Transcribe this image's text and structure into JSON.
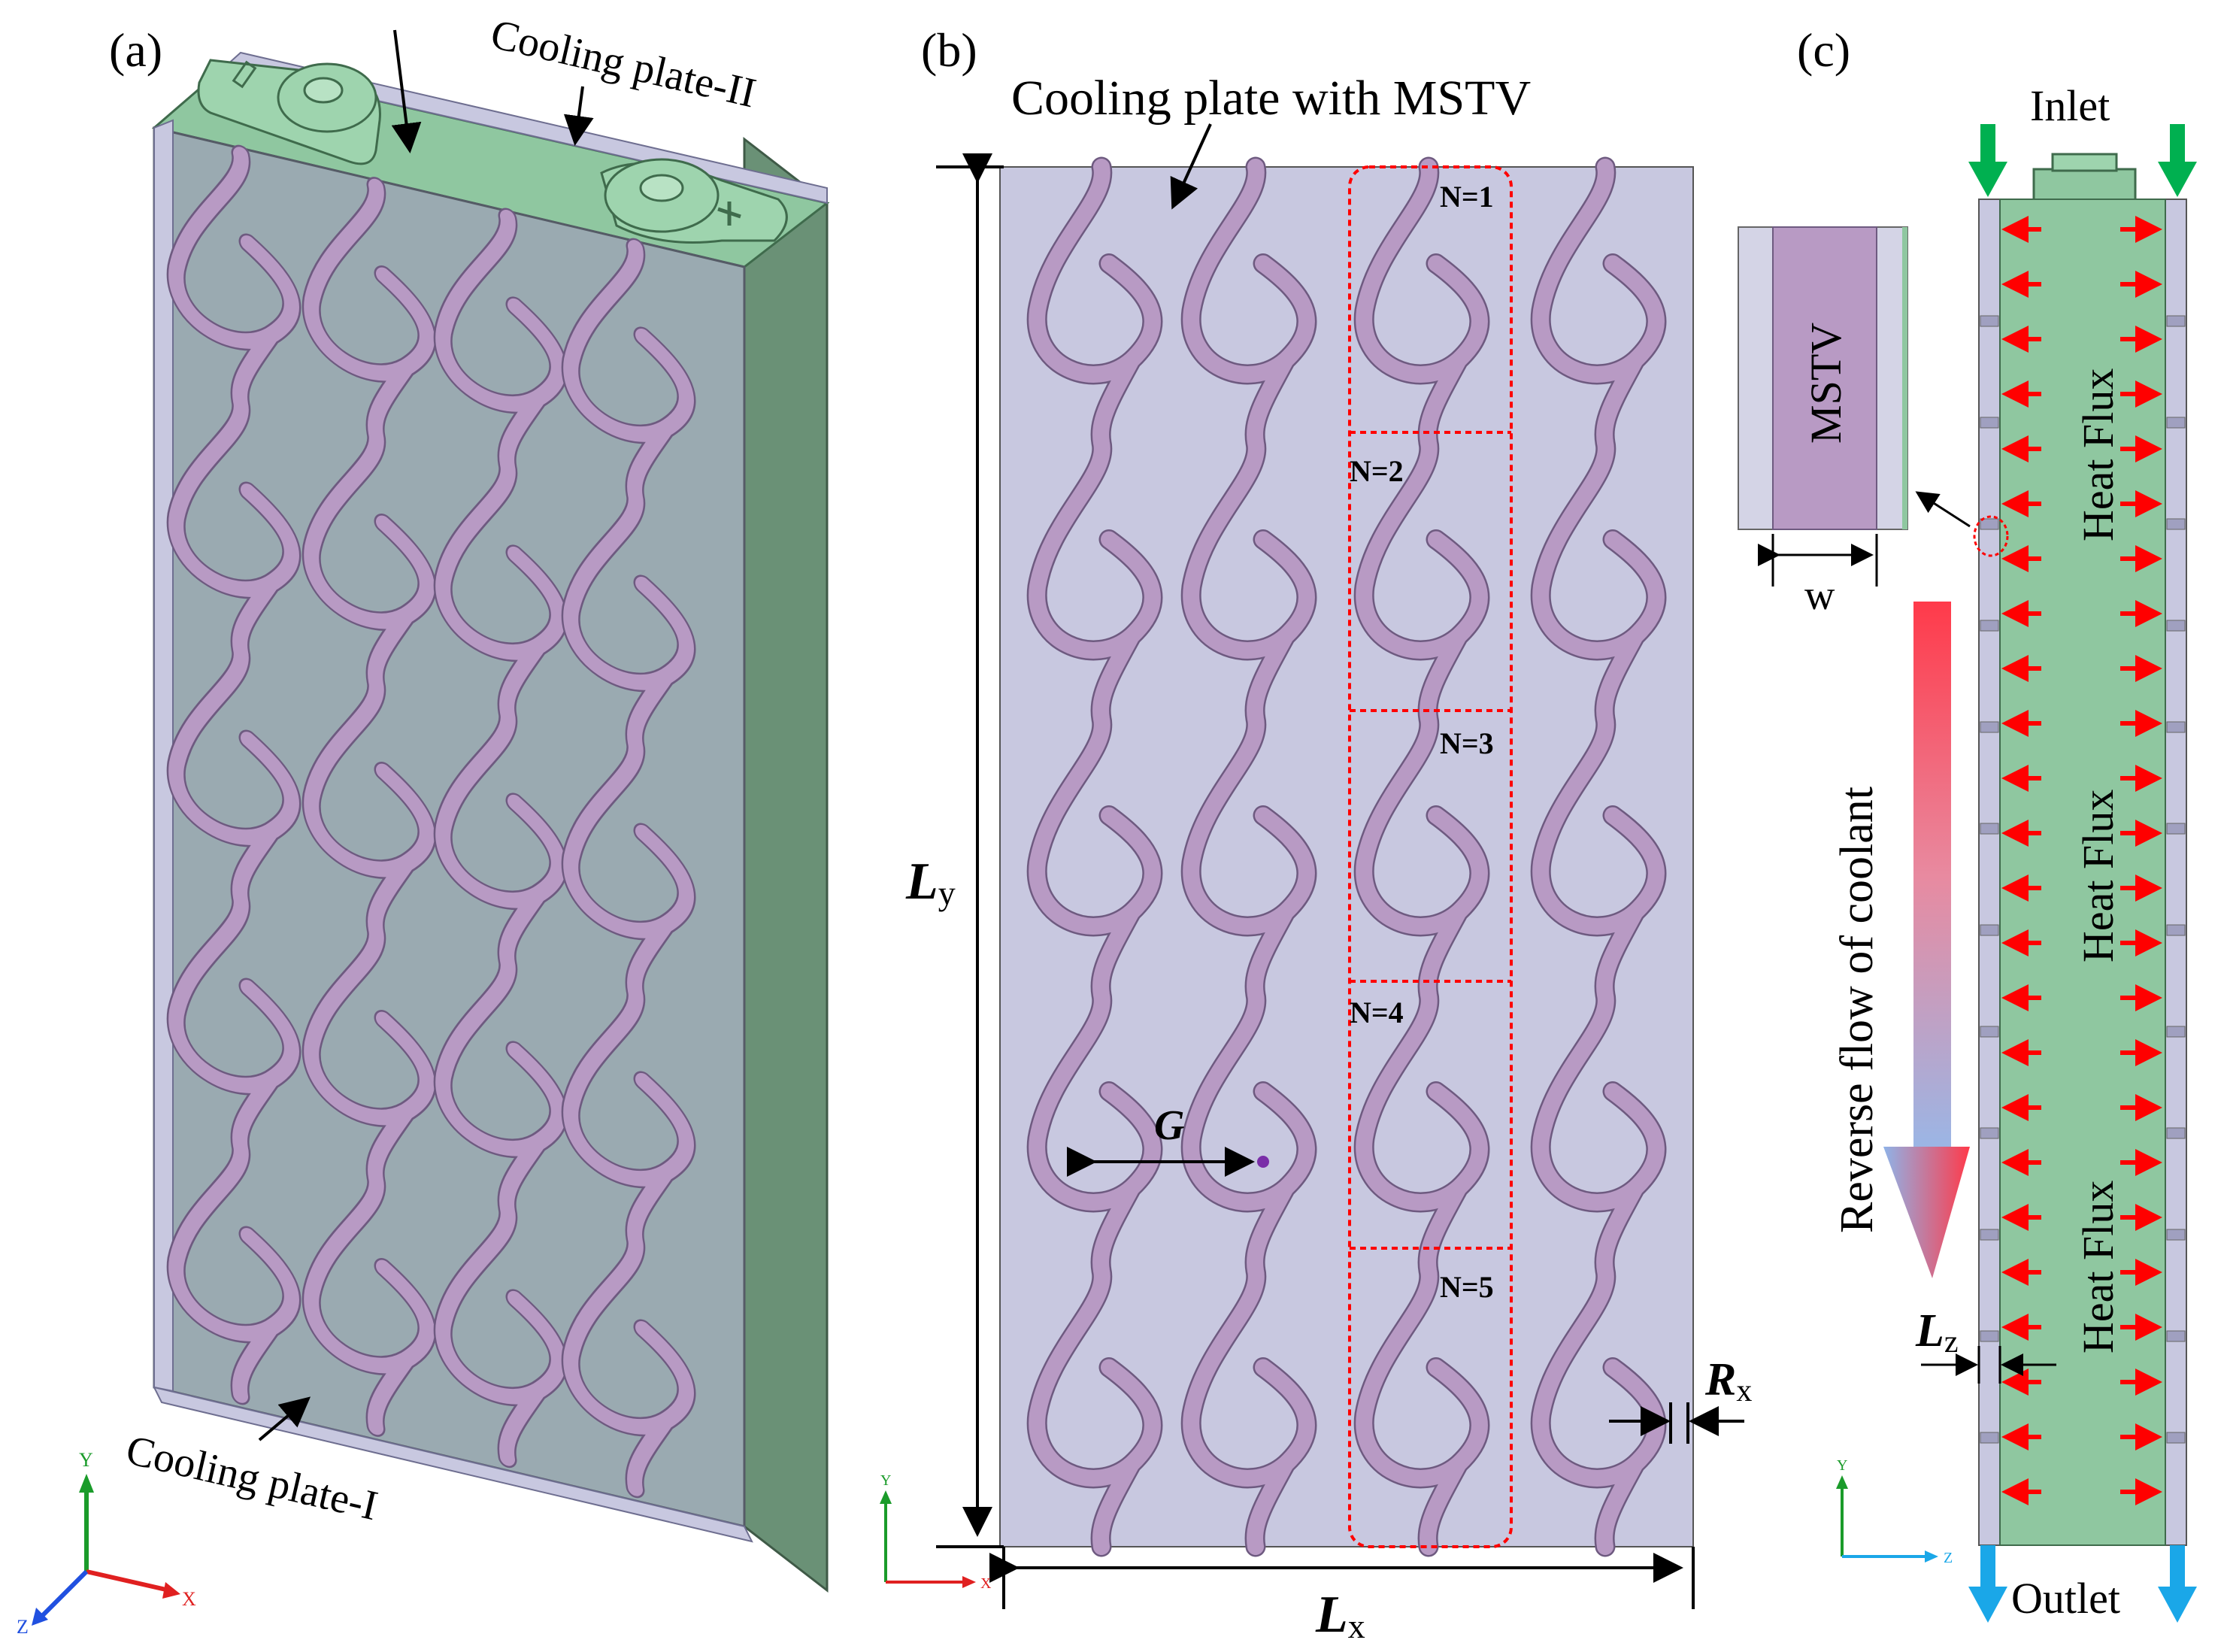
{
  "panels": {
    "a": {
      "label": "(a)",
      "cooling_plate_top": "Cooling plate-II",
      "cooling_plate_bottom": "Cooling plate-I",
      "terminal_negative": "−",
      "terminal_positive": "+"
    },
    "b": {
      "label": "(b)",
      "title": "Cooling plate with MSTV",
      "segments": [
        "N=1",
        "N=2",
        "N=3",
        "N=4",
        "N=5"
      ],
      "dim_height": "L",
      "dim_height_sub": "y",
      "dim_width": "L",
      "dim_width_sub": "x",
      "dim_gap": "G",
      "dim_rib": "R",
      "dim_rib_sub": "x"
    },
    "c": {
      "label": "(c)",
      "inlet": "Inlet",
      "outlet": "Outlet",
      "heat_flux_labels": [
        "Heat Flux",
        "Heat Flux",
        "Heat Flux"
      ],
      "inset_label": "MSTV",
      "inset_width": "w",
      "flow_label": "Reverse  flow of coolant",
      "dim_thickness": "L",
      "dim_thickness_sub": "z"
    }
  },
  "axis_triads": {
    "x": "X",
    "y": "Y",
    "z": "Z"
  },
  "colors": {
    "cooling_plate_front": "#9aaab1",
    "plate_light": "#c8c8e0",
    "mstv_channel": "#b89ac4",
    "channel_edge": "#6e5a80",
    "battery_green": "#8fc7a0",
    "battery_side": "#6a9176",
    "heat_arrow": "#ff0000",
    "inlet_arrow": "#00b050",
    "outlet_arrow": "#1aa7e8",
    "segment_box": "#ff0000"
  }
}
